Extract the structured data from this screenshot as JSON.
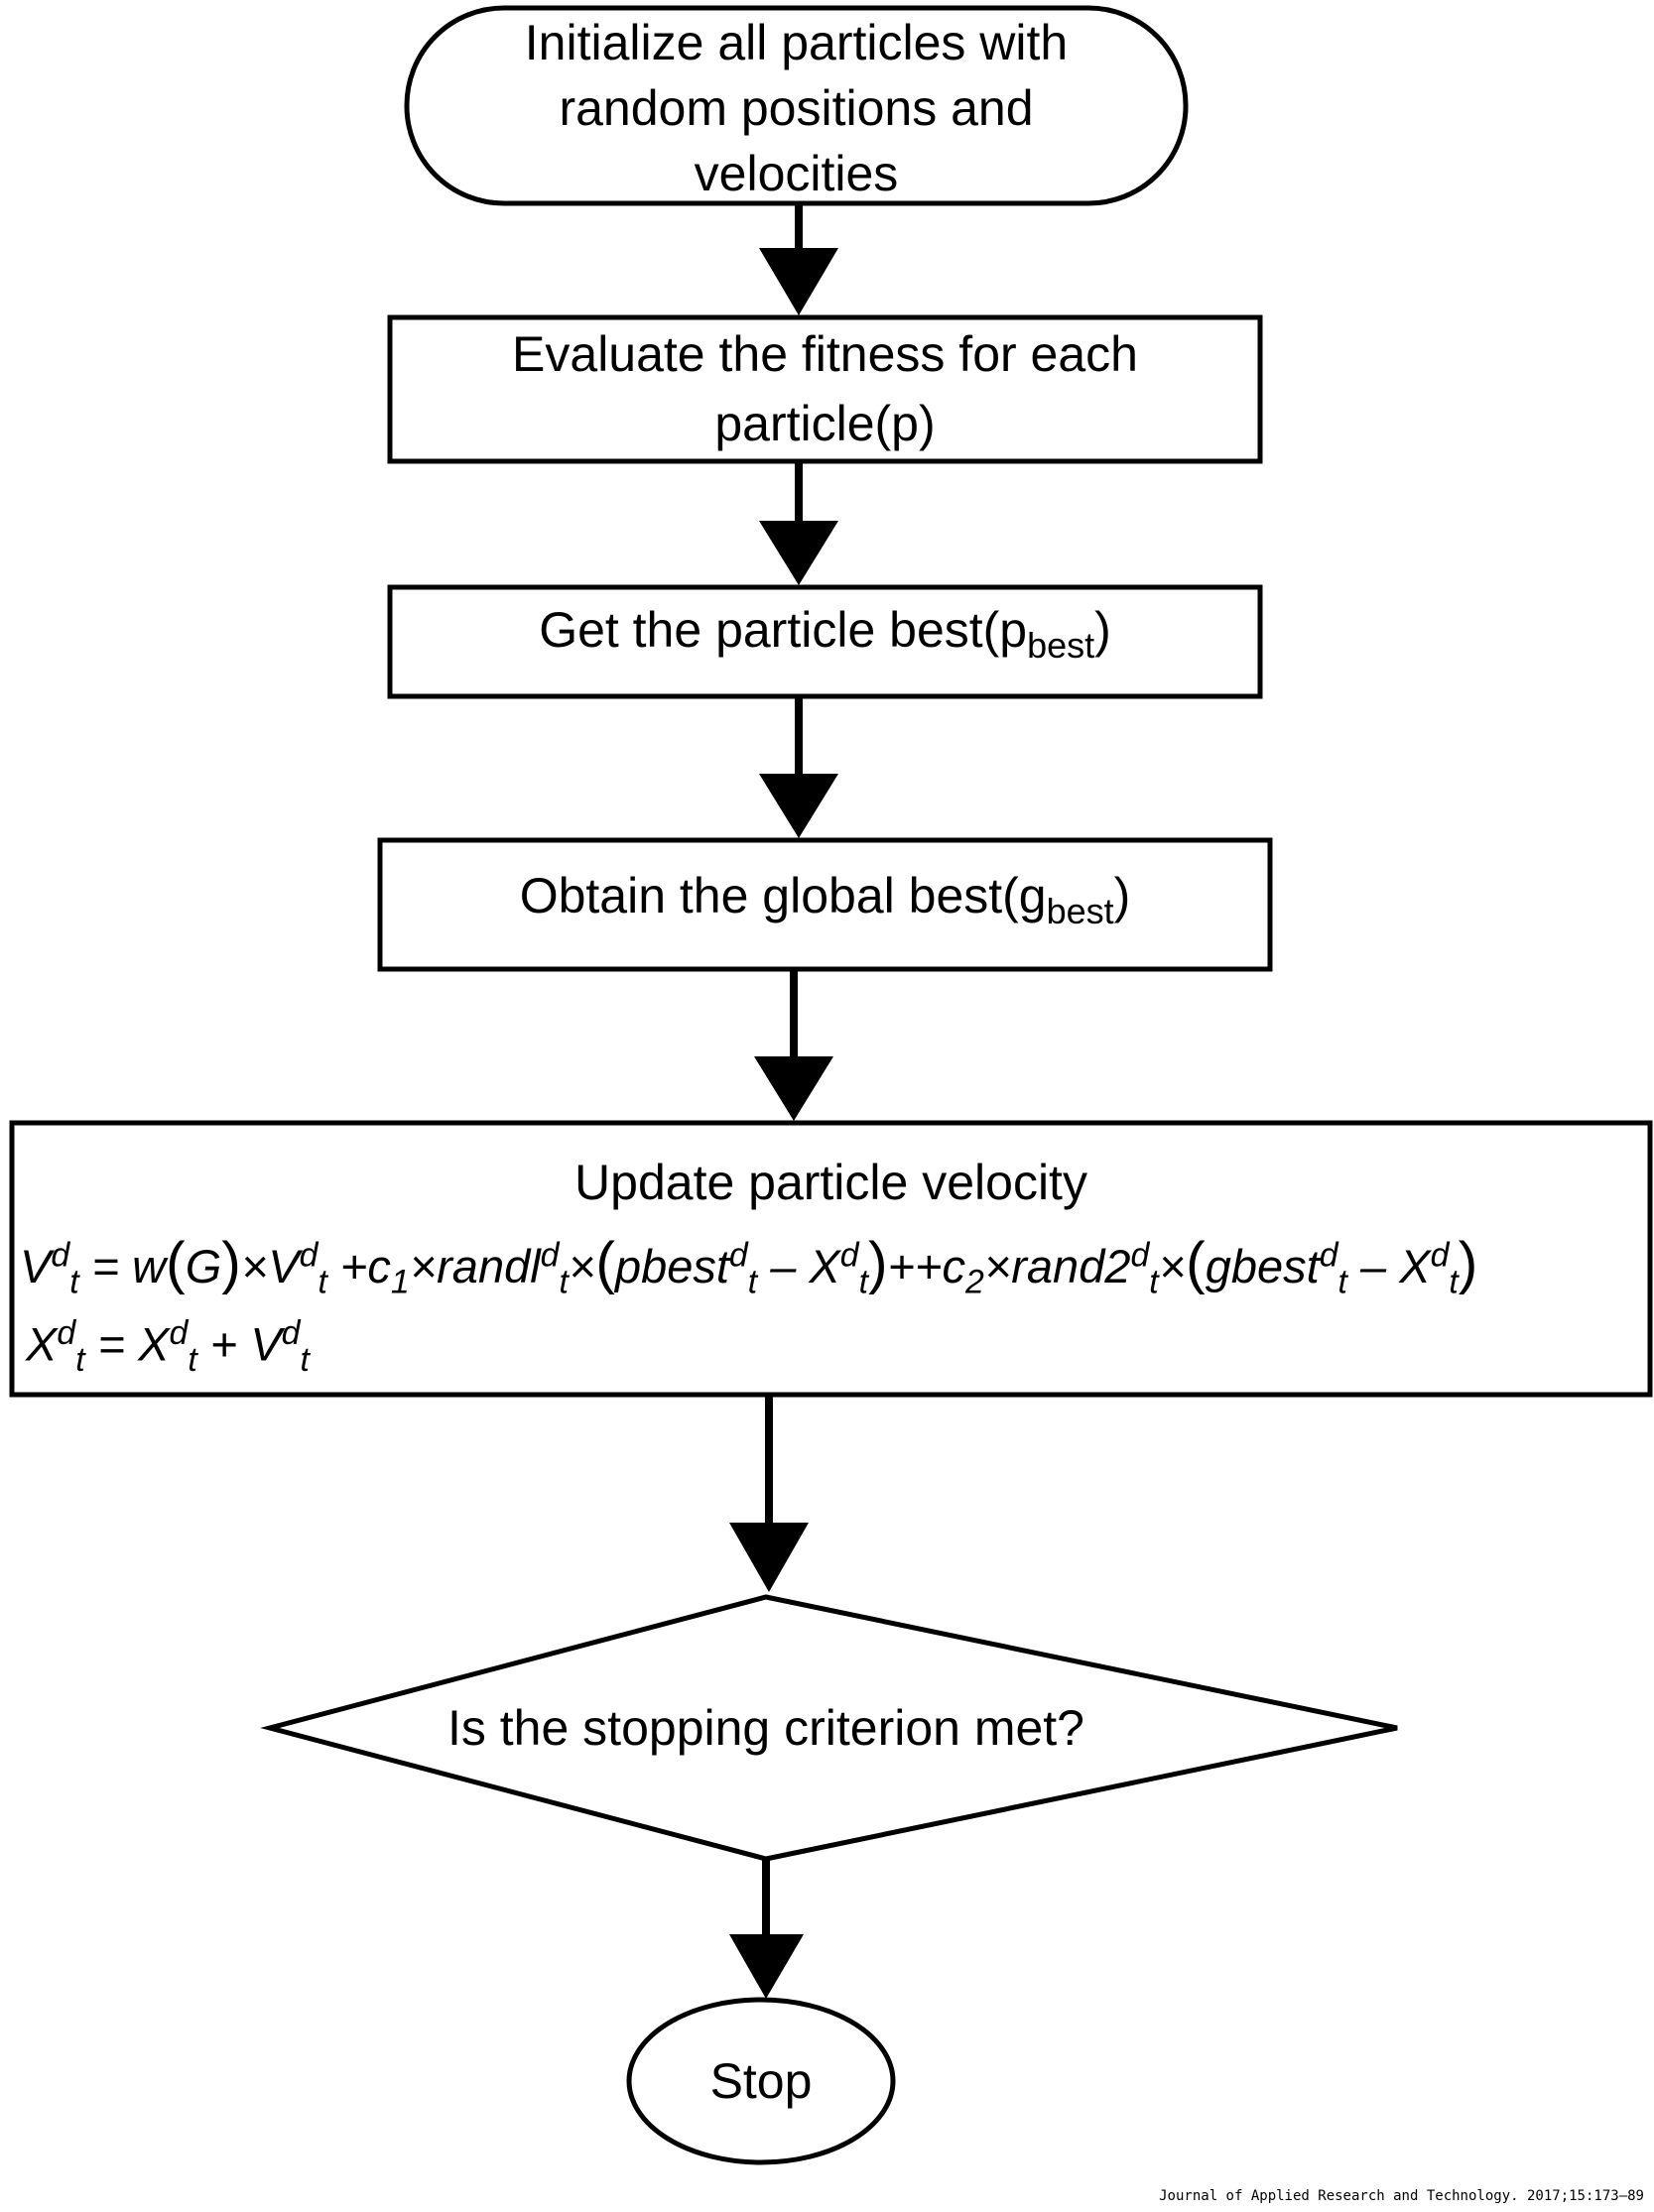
{
  "nodes": {
    "init": {
      "lines": [
        "Initialize all particles with",
        "random positions and",
        "velocities"
      ]
    },
    "evaluate": {
      "lines": [
        "Evaluate the fitness for each",
        "particle(p)"
      ]
    },
    "pbest": {
      "text": "Get the particle best(p",
      "sub": "best",
      "close": ")"
    },
    "gbest": {
      "text": "Obtain the global best(g",
      "sub": "best",
      "close": ")"
    },
    "update": {
      "title": "Update particle velocity",
      "eq1": "V^d_t = w(G)×V^d_t +c_1×randl^d_t×(pbest^d_t – X^d_t)++c_2×rand2^d_t×(gbest^d_t – X^d_t)",
      "eq2": "X^d_t = X^d_t + V^d_t"
    },
    "decision": {
      "text": "Is the stopping criterion met?"
    },
    "stop": {
      "text": "Stop"
    }
  },
  "footer": "Journal of Applied Research and Technology. 2017;15:173–89"
}
